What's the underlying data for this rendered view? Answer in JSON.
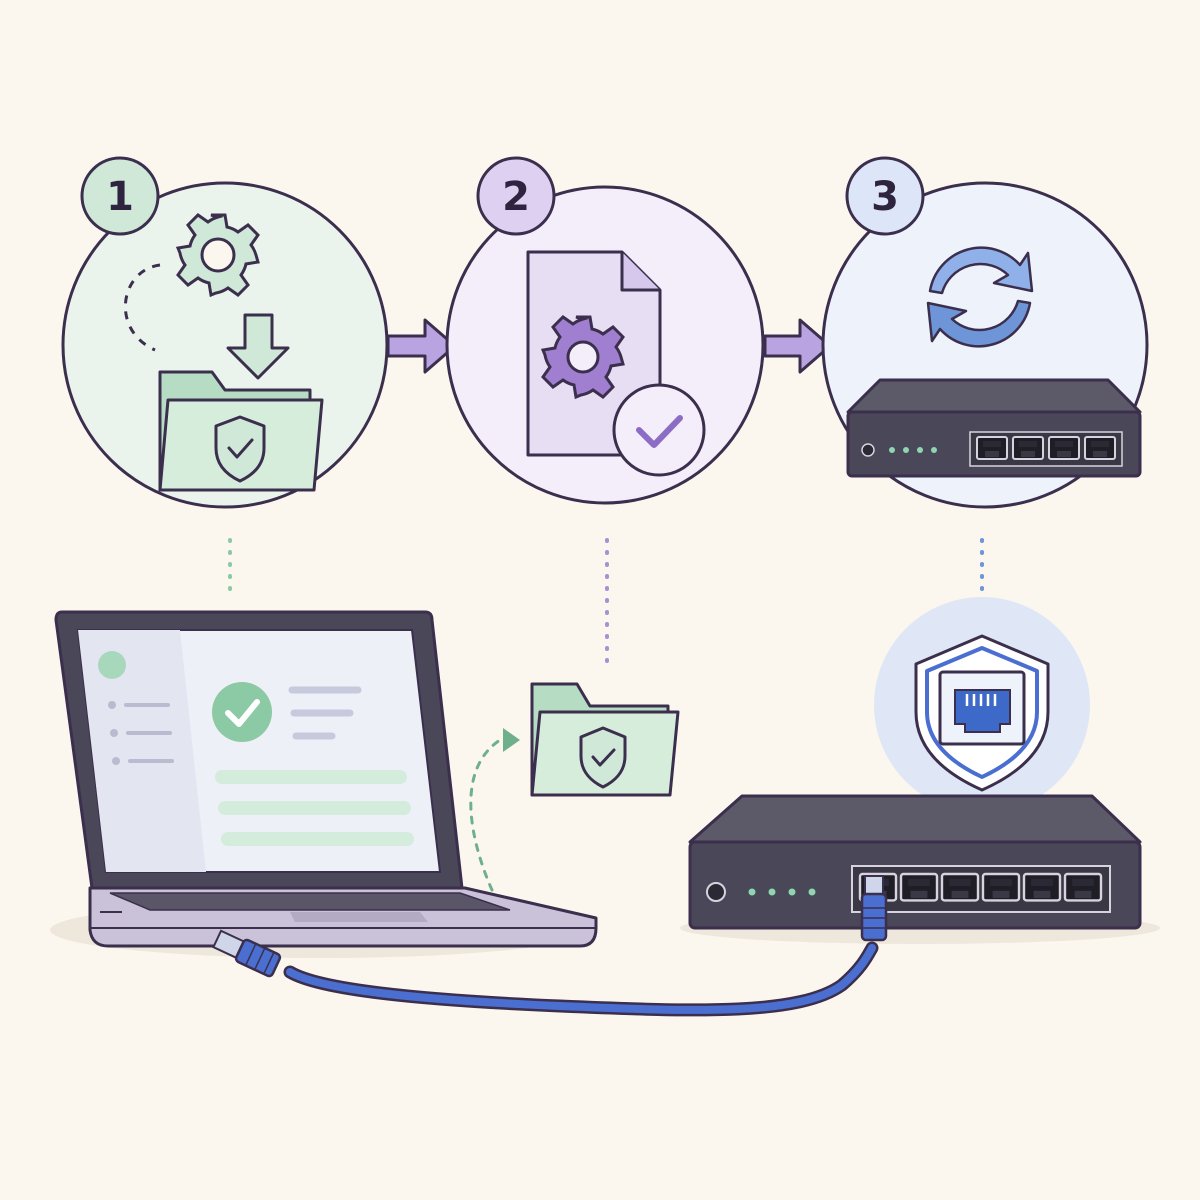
{
  "steps": [
    {
      "number": "1",
      "theme": "green",
      "icon": "gear-download-to-secure-folder-icon"
    },
    {
      "number": "2",
      "theme": "purple",
      "icon": "config-file-verified-icon"
    },
    {
      "number": "3",
      "theme": "blue",
      "icon": "refresh-switch-icon"
    }
  ],
  "colors": {
    "background": "#fbf7ef",
    "outline": "#3b2f4d",
    "green_fill": "#cfe8d8",
    "green_accent": "#8ccaa5",
    "purple_fill": "#e7def4",
    "purple_accent": "#a07fd0",
    "blue_fill": "#dde6f8",
    "blue_accent": "#6e95d8",
    "switch_body": "#4a4758",
    "cable": "#4a6fd0",
    "led": "#8fd6b0"
  },
  "icons": [
    "gear-icon",
    "arrow-down-icon",
    "folder-icon",
    "shield-check-icon",
    "document-icon",
    "checkmark-badge-icon",
    "refresh-icon",
    "network-switch-icon",
    "laptop-icon",
    "ethernet-cable-icon",
    "shield-ethernet-port-icon",
    "arrow-right-icon"
  ]
}
